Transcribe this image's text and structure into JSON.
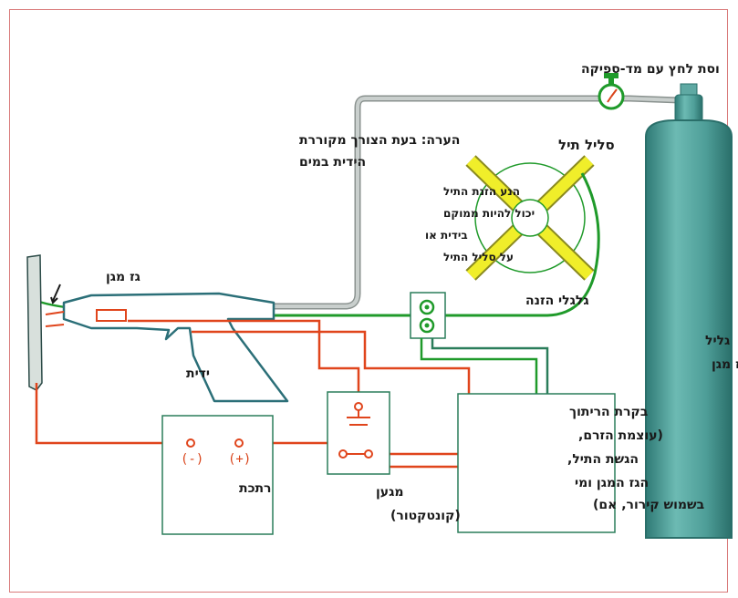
{
  "labels": {
    "gas_valve": "וסת לחץ עם מד-ספיקה",
    "note_line1": "הערה: בעת הצורך מקוררת",
    "note_line2": "הידית במים",
    "wire_spool": "סליל תיל",
    "feed_motor_1": "הנע הזנת התיל",
    "feed_motor_2": "יכול להיות ממוקם",
    "feed_motor_3": "בידית או",
    "feed_motor_4": "על סליל התיל",
    "shield_gas": "גז מגן",
    "feed_rollers": "גלגלי הזנה",
    "handle": "ידית",
    "cylinder_1": "גליל",
    "cylinder_2": "גז מגן",
    "control_1": "בקרת הריתוך",
    "control_2": "(עוצמת הזרם,",
    "control_3": "הגשת התיל,",
    "control_4": "הגז המגן ומי",
    "control_5": "בשמוש קירור, אם)",
    "power_source": "רתכת",
    "term_neg": "(-)",
    "term_pos": "(+)",
    "contactor_1": "מגען",
    "contactor_2": "(קונטקטור)"
  },
  "colors": {
    "border": "#d97a7a",
    "gas_hose": "#9aa3a0",
    "gun_outline": "#2b6f78",
    "wire_green": "#1f9a2a",
    "electric": "#e0451c",
    "spool_arms": "#f0ee2a",
    "cylinder": "#4e9e98",
    "box_outline": "#2a7d5a"
  }
}
